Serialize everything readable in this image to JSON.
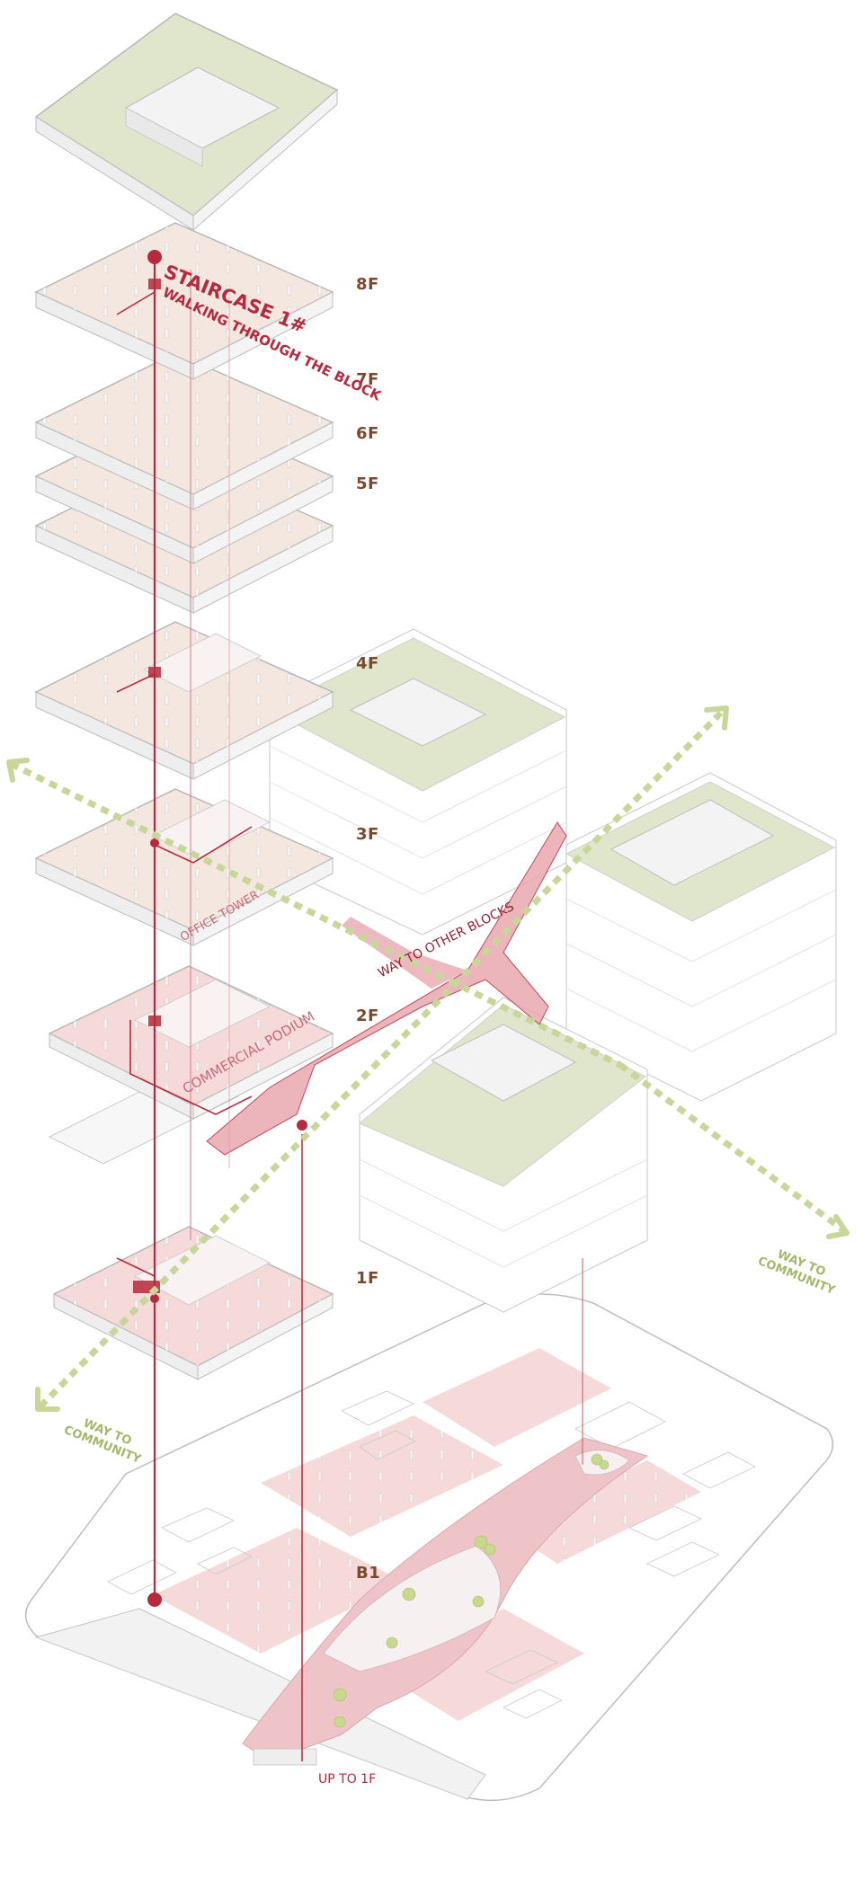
{
  "floors": {
    "f8": "8F",
    "f7": "7F",
    "f6": "6F",
    "f5": "5F",
    "f4": "4F",
    "f3": "3F",
    "f2": "2F",
    "f1": "1F",
    "b1": "B1"
  },
  "labels": {
    "staircase": "STAIRCASE 1#",
    "walking": "WALKING THROUGH THE BLOCK",
    "office_tower": "OFFICE TOWER",
    "commercial_podium": "COMMERCIAL PODIUM",
    "way_to_other_blocks": "WAY TO OTHER BLOCKS",
    "way_to_community_right_1": "WAY TO",
    "way_to_community_right_2": "COMMUNITY",
    "way_to_community_left_1": "WAY TO",
    "way_to_community_left_2": "COMMUNITY",
    "up_to_1f": "UP TO 1F"
  },
  "colors": {
    "accent_red": "#b52a3c",
    "floor_pink": "#f6dada",
    "floor_beige": "#f4e7e0",
    "roof_green": "#dfe6cc",
    "path_green": "#c9d69a",
    "line_grey": "#b8b8b8",
    "floor_label_brown": "#7a4a2e"
  }
}
